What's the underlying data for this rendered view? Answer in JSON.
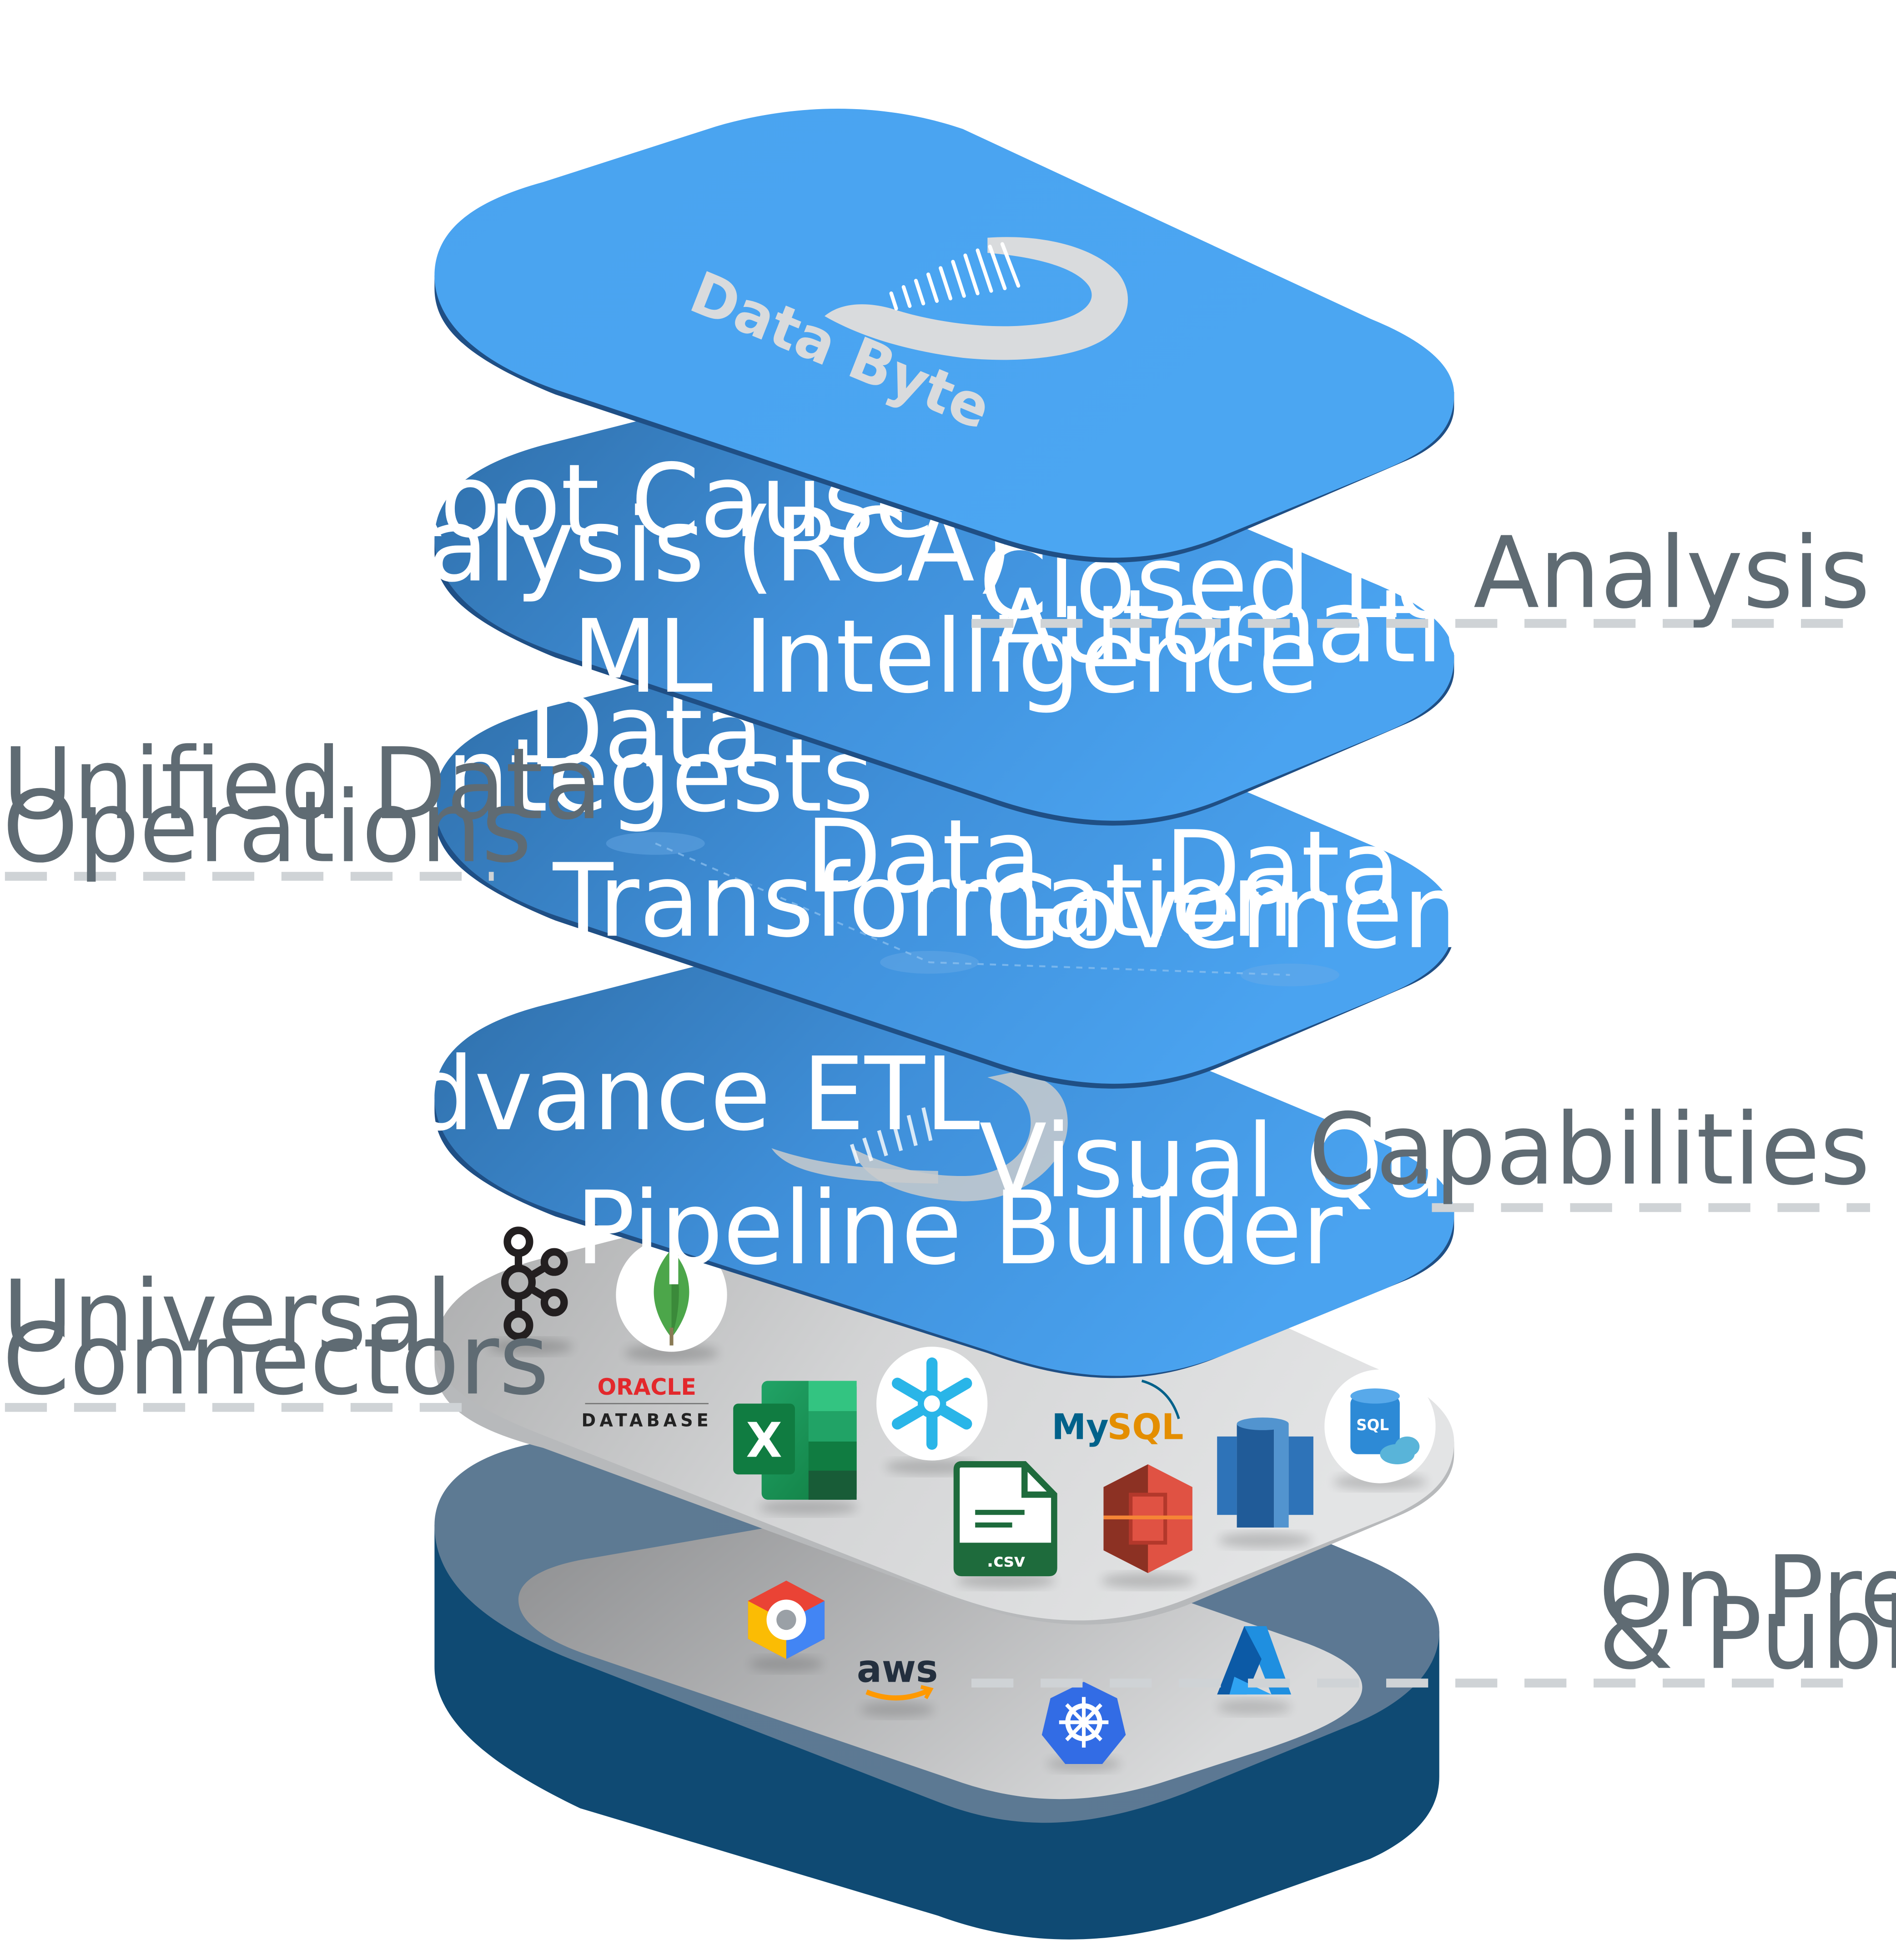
{
  "side_labels": {
    "analysis": "Analysis",
    "unified_line1": "Unified Data",
    "unified_line2": "Operations",
    "capabilities": "Capabilities",
    "connectors_line1": "Universal",
    "connectors_line2": "Connectors",
    "cloud_line1": "On Prem,Hybrid",
    "cloud_line2": "& Public Cloud"
  },
  "top_layer": {
    "brand": "Data Byte"
  },
  "analysis_layer": {
    "rca_line1": "Root Cause",
    "rca_line2": "Analysis (RCA)",
    "closed_loop_line1": "Closed Loop",
    "closed_loop_line2": "Automation",
    "ml": "ML Intelligence"
  },
  "unified_layer": {
    "ingest_line1": "Data",
    "ingest_line2": "Integests",
    "transform_line1": "Data",
    "transform_line2": "Transformation",
    "governance_line1": "Data",
    "governance_line2": "Governence"
  },
  "capabilities_layer": {
    "etl": "Advance ETL",
    "visual_query": "Visual Query",
    "pipeline": "Pipeline Builder"
  },
  "connectors": {
    "oracle_line1": "ORACLE",
    "oracle_line2": "DATABASE",
    "excel": "X",
    "csv": ".csv",
    "mysql_a": "My",
    "mysql_b": "SQL",
    "sql": "SQL",
    "icons": [
      "kafka-icon",
      "mongodb-icon",
      "oracle-database-logo",
      "excel-icon",
      "snowflake-icon",
      "mysql-logo",
      "sql-server-icon",
      "csv-file-icon",
      "aws-s3-icon",
      "amazon-redshift-icon"
    ]
  },
  "cloud": {
    "aws": "aws",
    "icons": [
      "google-cloud-icon",
      "aws-logo",
      "kubernetes-icon",
      "azure-icon"
    ]
  },
  "colors": {
    "layer_blue": "#4aa3f0",
    "layer_dark": "#2d6fb0",
    "base_dark": "#0f4a73",
    "tray_gray": "#c8c9ca",
    "label_gray": "#5f6b73"
  }
}
